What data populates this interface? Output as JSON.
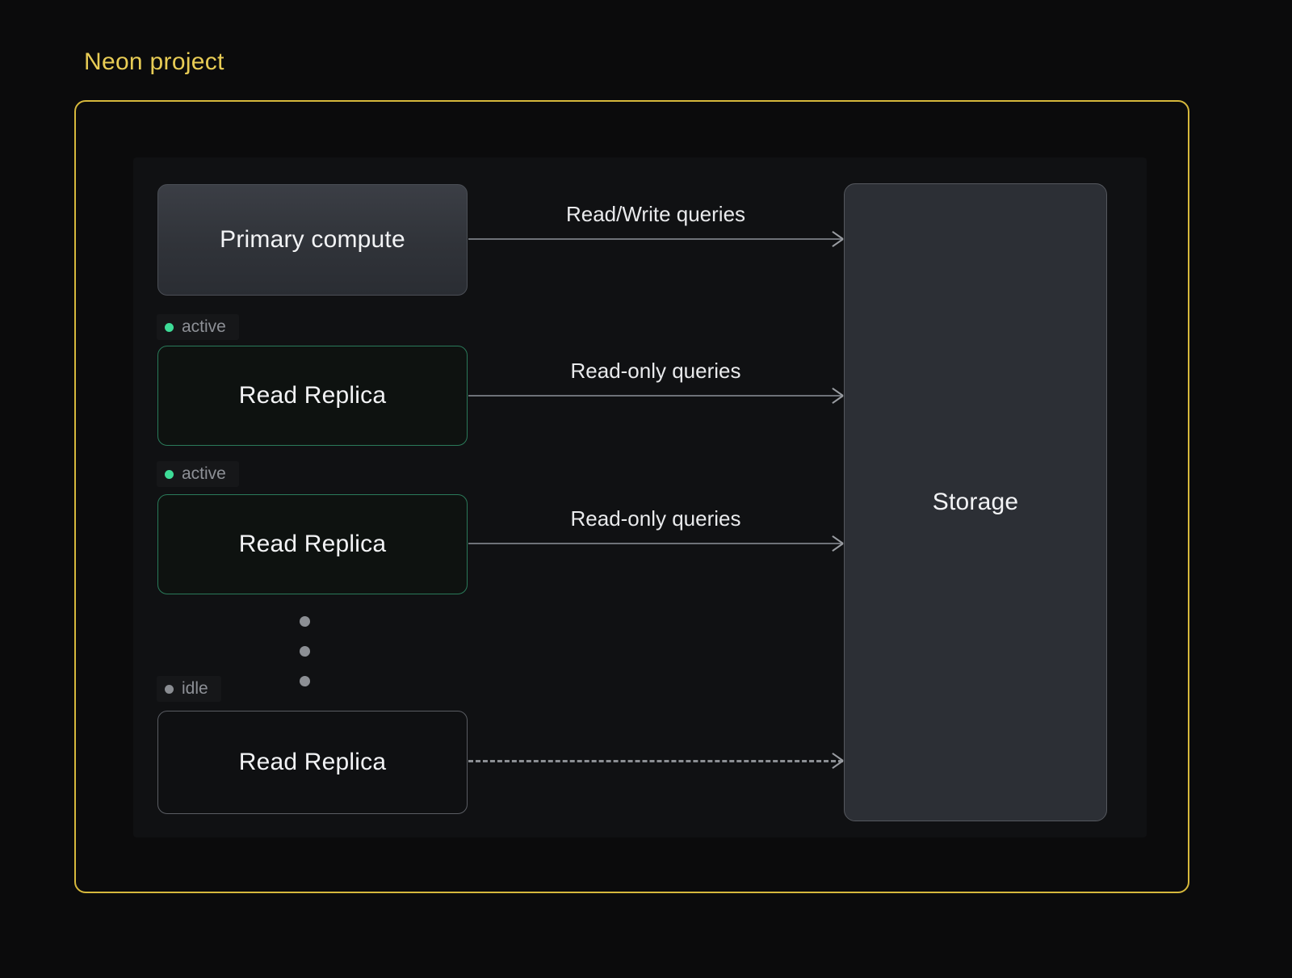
{
  "project": {
    "title": "Neon project",
    "frame_color": "#d6b83c"
  },
  "nodes": {
    "primary": {
      "label": "Primary compute"
    },
    "replica_1": {
      "label": "Read Replica",
      "status": "active",
      "status_color": "#3ddc97",
      "border_color": "#2a7a5a"
    },
    "replica_2": {
      "label": "Read Replica",
      "status": "active",
      "status_color": "#3ddc97",
      "border_color": "#2a7a5a"
    },
    "replica_idle": {
      "label": "Read Replica",
      "status": "idle",
      "status_color": "#8a8d92",
      "border_color": "#5a5d63"
    },
    "storage": {
      "label": "Storage"
    }
  },
  "connectors": {
    "primary_to_storage": {
      "label": "Read/Write queries",
      "style": "solid"
    },
    "replica1_to_storage": {
      "label": "Read-only queries",
      "style": "solid"
    },
    "replica2_to_storage": {
      "label": "Read-only queries",
      "style": "solid"
    },
    "idle_to_storage": {
      "label": "",
      "style": "dashed"
    }
  }
}
